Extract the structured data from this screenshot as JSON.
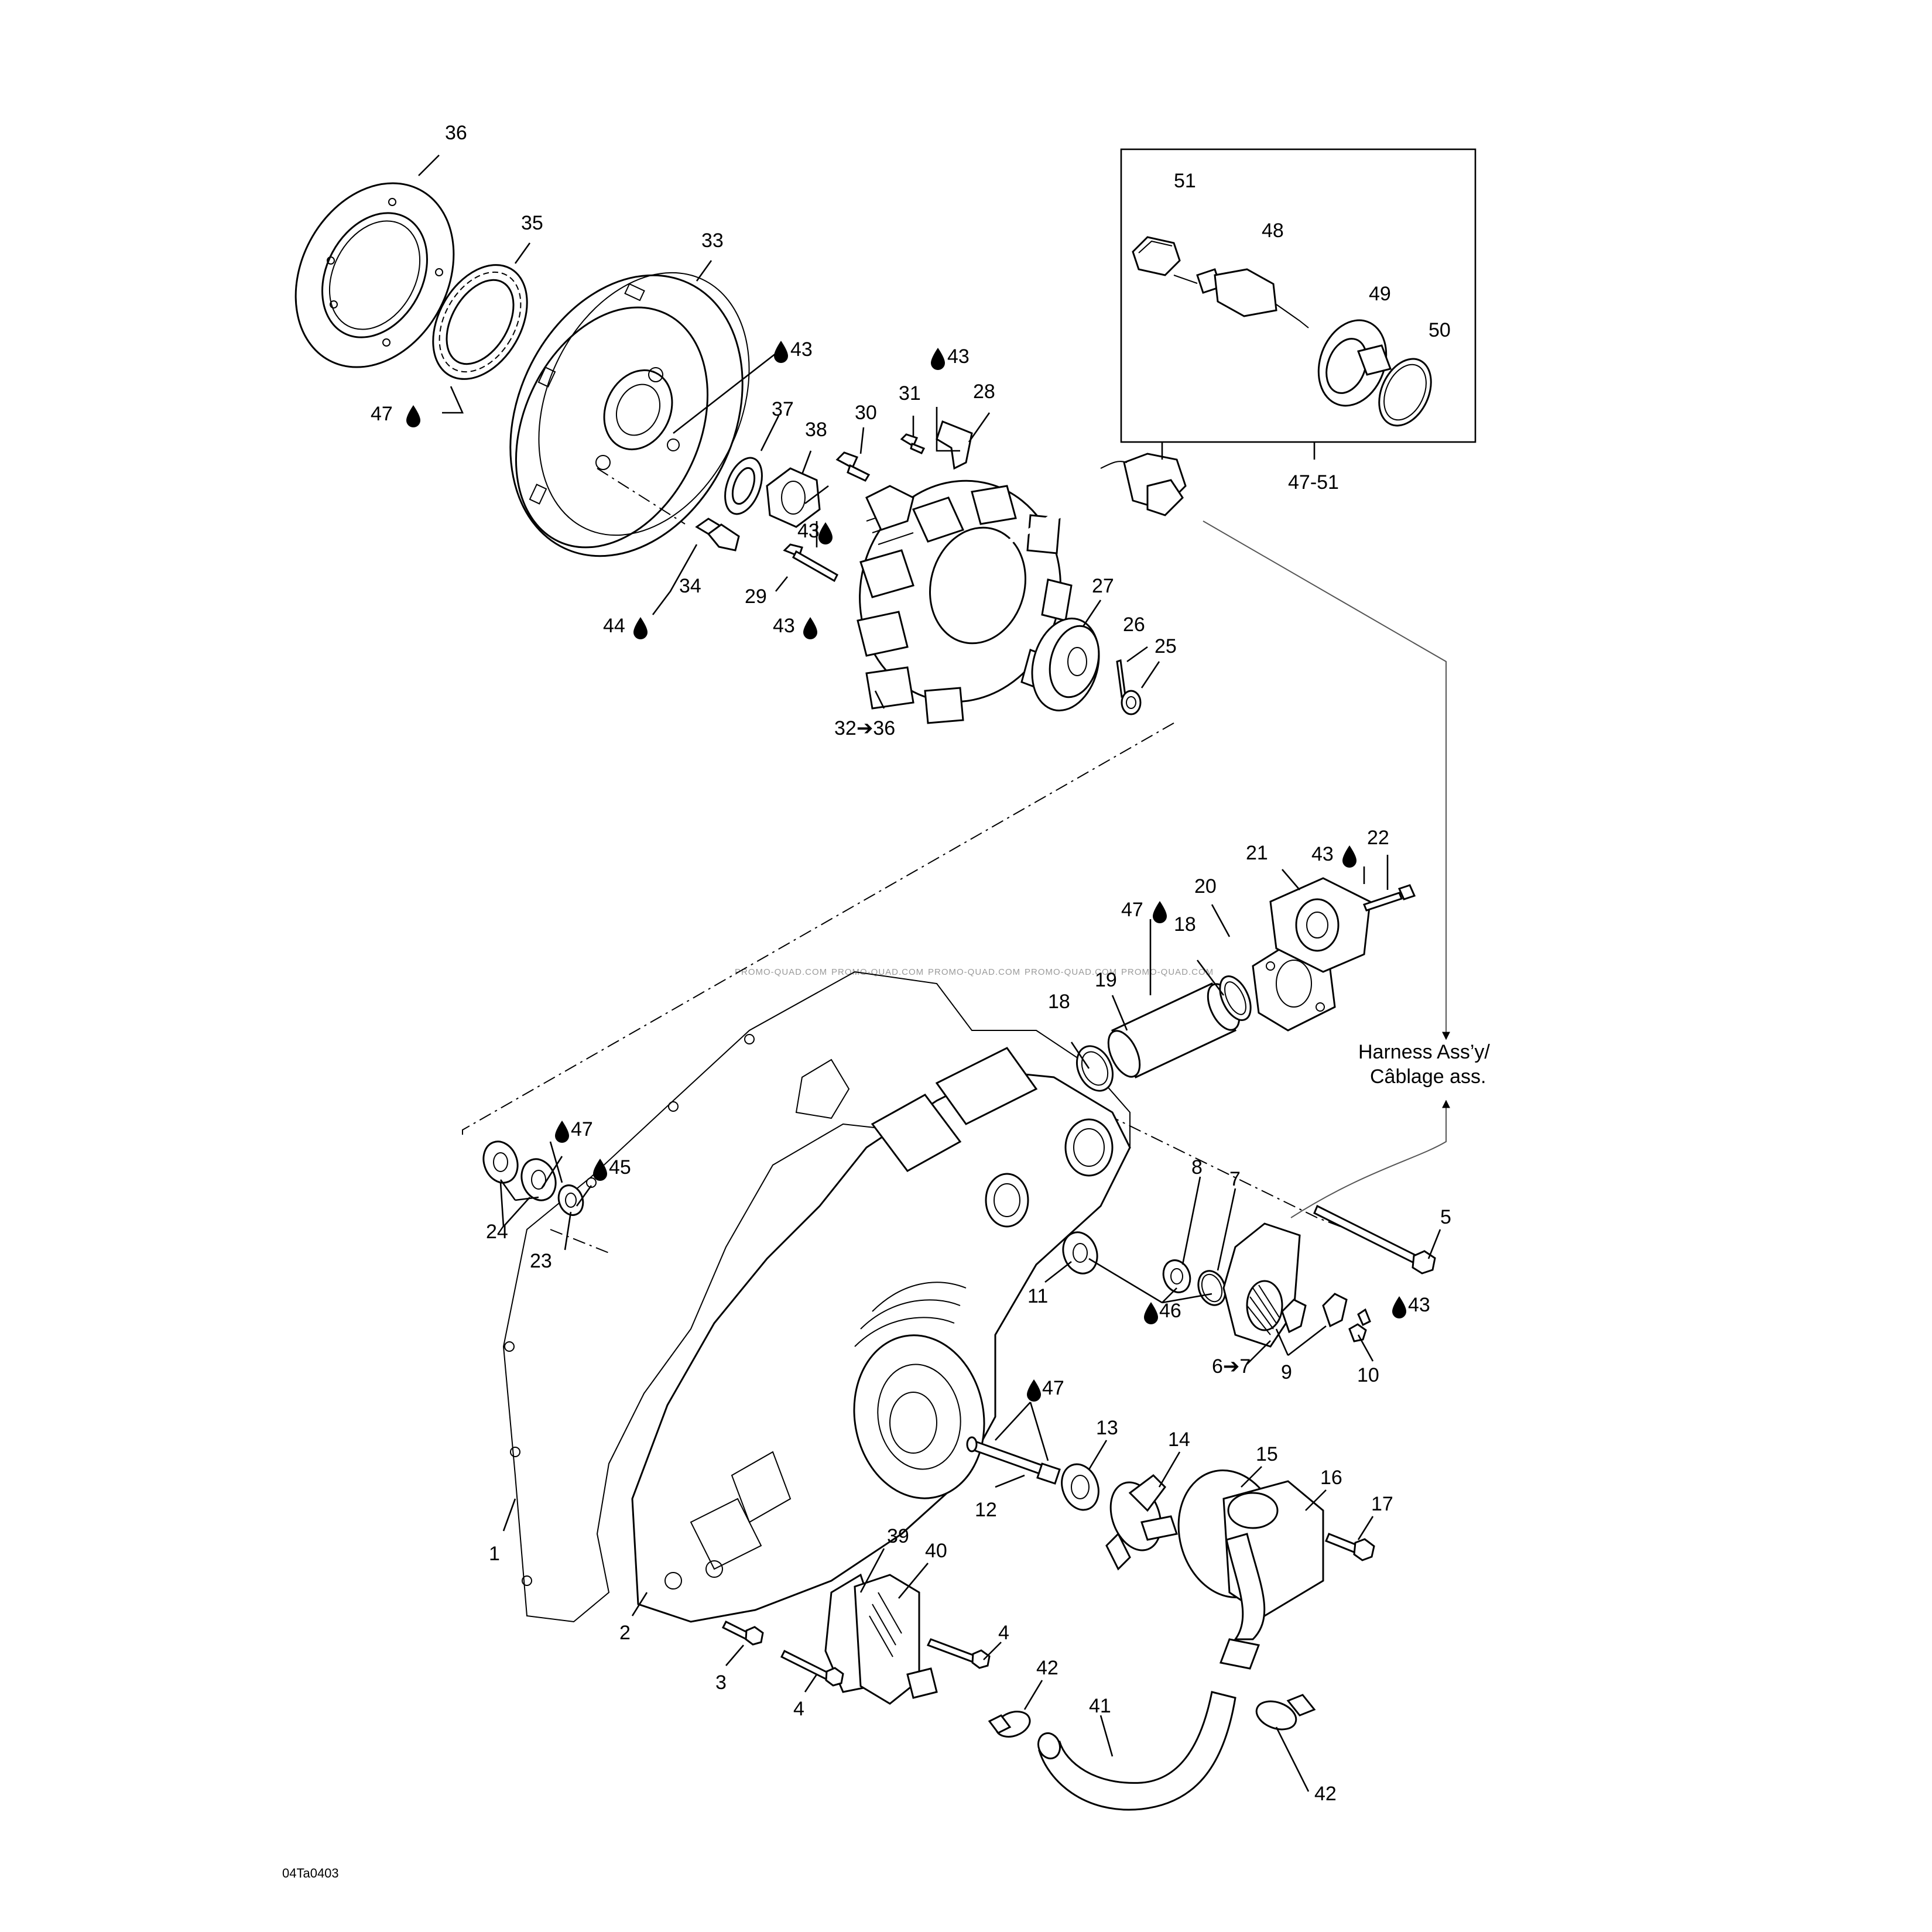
{
  "diagram": {
    "code": "04Ta0403",
    "watermark": "PROMO-QUAD.COM",
    "lube_symbol": "oil-drop-icon",
    "callouts": {
      "c1": "1",
      "c2": "2",
      "c3": "3",
      "c4a": "4",
      "c4b": "4",
      "c5": "5",
      "c67": "6➔7",
      "c7": "7",
      "c8": "8",
      "c9": "9",
      "c10": "10",
      "c11": "11",
      "c12": "12",
      "c13": "13",
      "c14": "14",
      "c15": "15",
      "c16": "16",
      "c17": "17",
      "c18a": "18",
      "c18b": "18",
      "c19": "19",
      "c20": "20",
      "c21": "21",
      "c22": "22",
      "c23": "23",
      "c24": "24",
      "c25": "25",
      "c26": "26",
      "c27": "27",
      "c28": "28",
      "c29": "29",
      "c30": "30",
      "c31": "31",
      "c3236": "32➔36",
      "c33": "33",
      "c34": "34",
      "c35": "35",
      "c36": "36",
      "c37": "37",
      "c38": "38",
      "c39": "39",
      "c40": "40",
      "c41": "41",
      "c42a": "42",
      "c42b": "42",
      "c48": "48",
      "c49": "49",
      "c50": "50",
      "c51": "51",
      "c4751": "47-51",
      "l43a": "43",
      "l43b": "43",
      "l43c": "43",
      "l43d": "43",
      "l43e": "43",
      "l43f": "43",
      "l47a": "47",
      "l47b": "47",
      "l47c": "47",
      "l47d": "47",
      "l44": "44",
      "l45": "45",
      "l46": "46"
    },
    "harness_line1": "Harness Ass’y/",
    "harness_line2": "Câblage ass."
  }
}
